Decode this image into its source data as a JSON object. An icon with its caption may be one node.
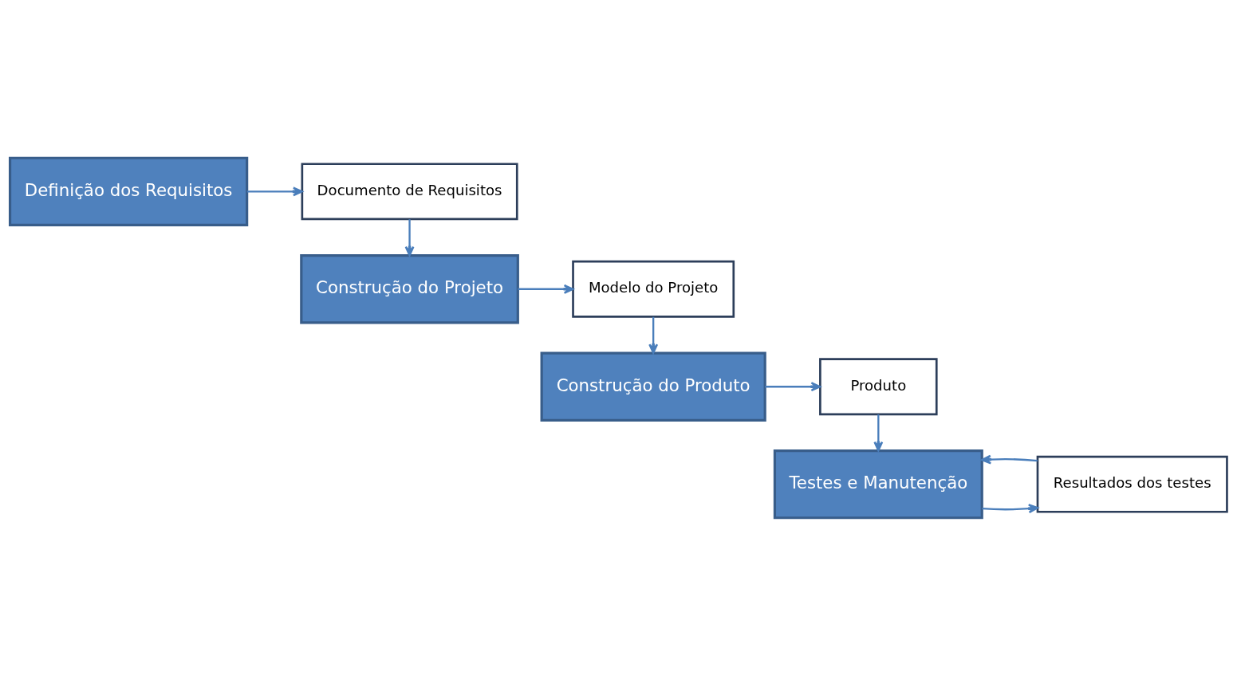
{
  "diagram": {
    "nodes": [
      {
        "text": [
          "Definição dos Requisitos"
        ]
      },
      {
        "text": [
          "Documento de Requisitos"
        ]
      },
      {
        "text": [
          "Construção do Projeto"
        ]
      },
      {
        "text": [
          "Modelo do Projeto"
        ]
      },
      {
        "text": [
          "Construção do Produto"
        ]
      },
      {
        "text": [
          "Produto"
        ]
      },
      {
        "text": [
          "Testes e Manutenção"
        ]
      },
      {
        "text": [
          "Resultados dos testes"
        ]
      }
    ],
    "edges": [
      {
        "from": 0,
        "to": 1,
        "arrow": "to"
      },
      {
        "from": 1,
        "to": 2,
        "arrow": "to"
      },
      {
        "from": 2,
        "to": 3,
        "arrow": "to"
      },
      {
        "from": 3,
        "to": 4,
        "arrow": "to"
      },
      {
        "from": 4,
        "to": 5,
        "arrow": "to"
      },
      {
        "from": 5,
        "to": 6,
        "arrow": "to"
      },
      {
        "from": 6,
        "to": 7,
        "arrow": "to"
      },
      {
        "from": 7,
        "to": 6,
        "arrow": "to"
      }
    ]
  }
}
